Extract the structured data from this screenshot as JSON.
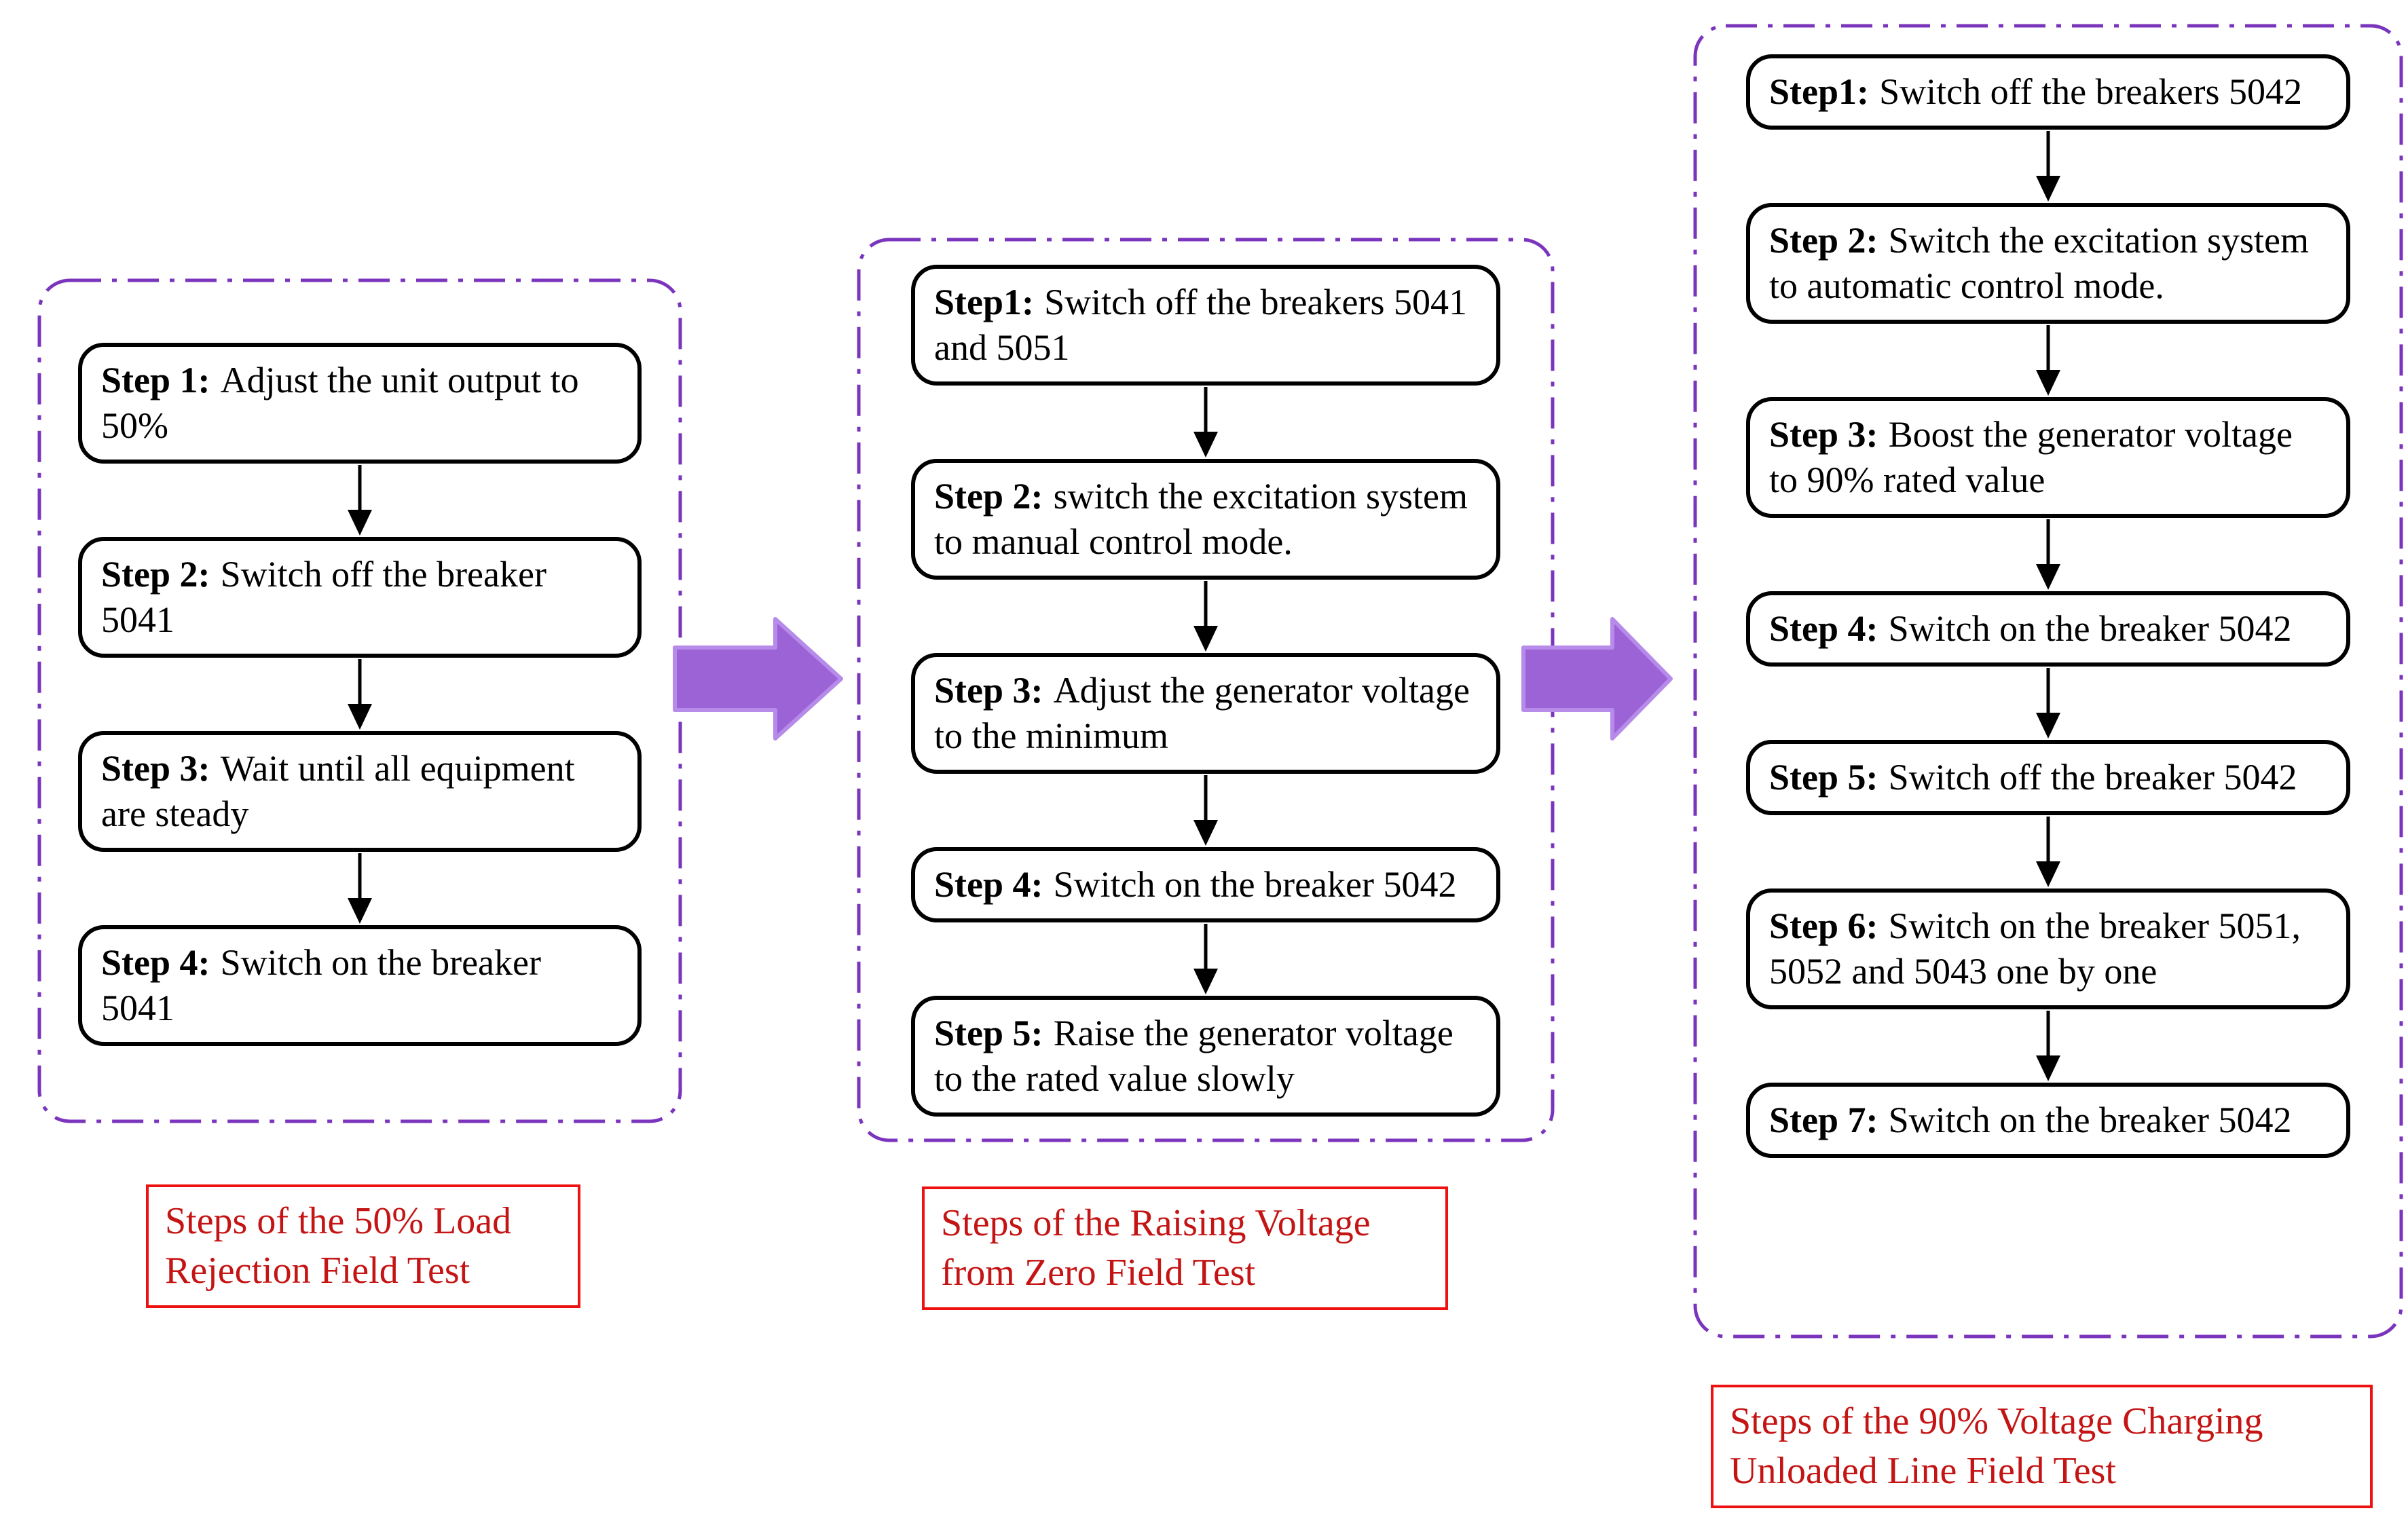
{
  "colors": {
    "purple": "#7B35BD",
    "arrow-fill": "#9C63D6",
    "arrow-stroke": "#B78BE9",
    "red-border": "#EE1111",
    "red-text": "#C41414",
    "ink": "#000000"
  },
  "panels": [
    {
      "caption": "Steps of the 50% Load Rejection Field Test",
      "steps": [
        {
          "label": "Step 1:",
          "text": "Adjust the unit output to 50%"
        },
        {
          "label": "Step 2:",
          "text": "Switch off the breaker 5041"
        },
        {
          "label": "Step 3:",
          "text": "Wait until all equipment are steady"
        },
        {
          "label": "Step 4:",
          "text": "Switch on the breaker 5041"
        }
      ]
    },
    {
      "caption": "Steps of the Raising Voltage from Zero Field Test",
      "steps": [
        {
          "label": "Step1:",
          "text": "Switch off the breakers 5041 and 5051"
        },
        {
          "label": "Step 2:",
          "text": "switch the excitation system to manual control mode."
        },
        {
          "label": "Step 3:",
          "text": "Adjust the generator voltage to the minimum"
        },
        {
          "label": "Step 4:",
          "text": "Switch on the breaker 5042"
        },
        {
          "label": "Step 5:",
          "text": "Raise the generator voltage to the rated value slowly"
        }
      ]
    },
    {
      "caption": "Steps of the 90% Voltage Charging Unloaded Line Field Test",
      "steps": [
        {
          "label": "Step1:",
          "text": "Switch off the breakers 5042"
        },
        {
          "label": "Step 2:",
          "text": "Switch the excitation system to automatic control mode."
        },
        {
          "label": "Step 3:",
          "text": "Boost the generator voltage to 90% rated value"
        },
        {
          "label": "Step 4:",
          "text": "Switch on the breaker 5042"
        },
        {
          "label": "Step 5:",
          "text": "Switch off the breaker 5042"
        },
        {
          "label": "Step 6:",
          "text": "Switch on the breaker 5051, 5052 and 5043 one by one"
        },
        {
          "label": "Step 7:",
          "text": "Switch on the breaker 5042"
        }
      ]
    }
  ]
}
